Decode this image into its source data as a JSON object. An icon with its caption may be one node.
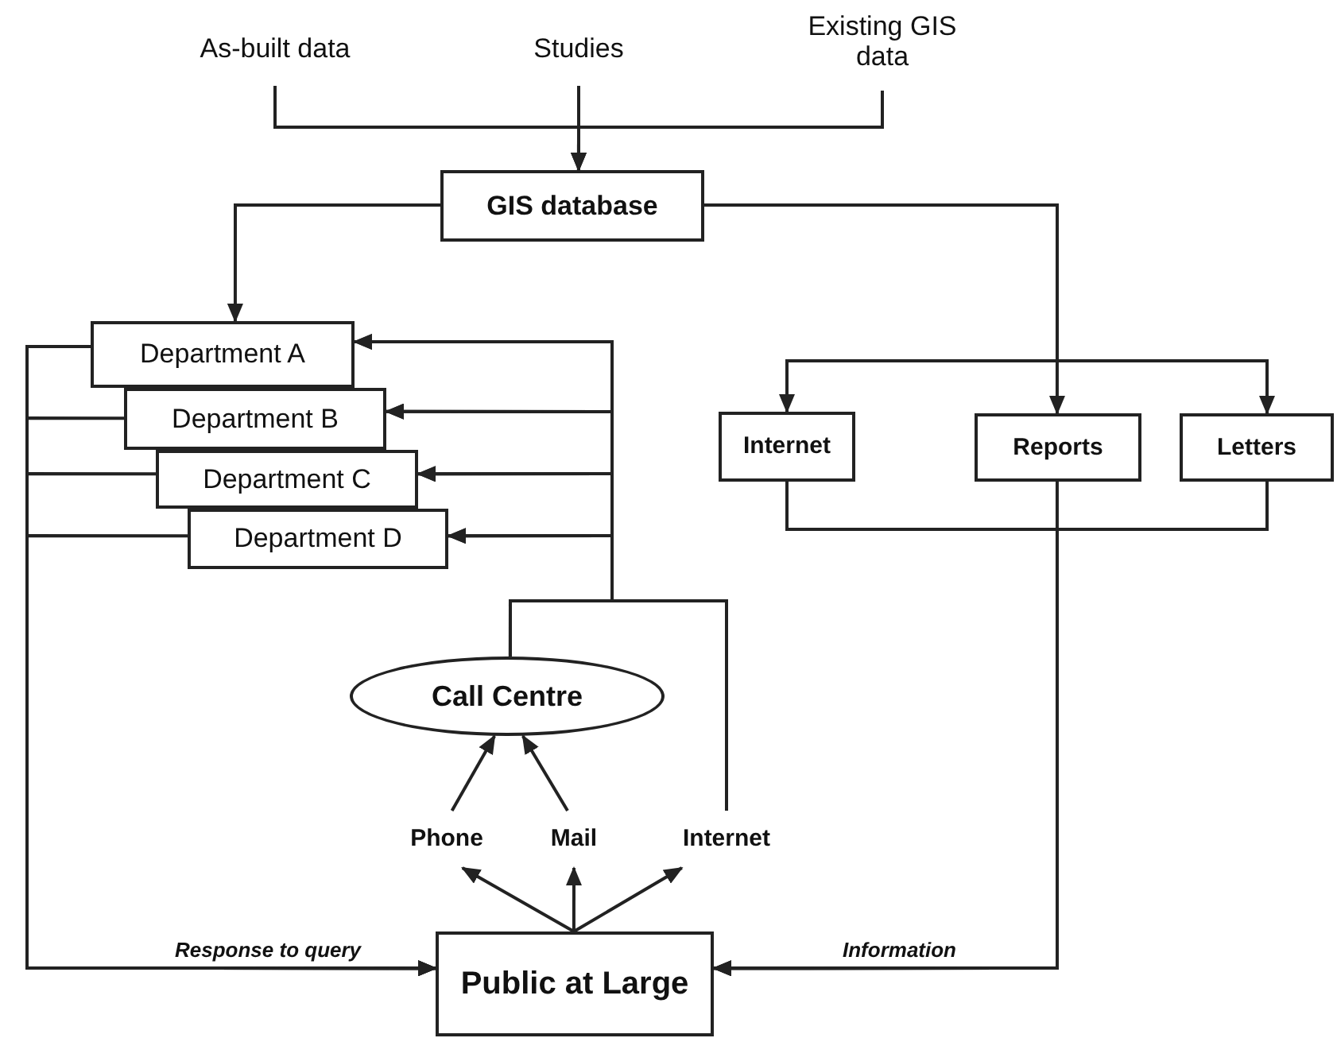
{
  "diagram": {
    "nodes": [
      {
        "text": [
          "As-built data"
        ]
      },
      {
        "text": [
          "Studies"
        ]
      },
      {
        "text": [
          "Existing GIS data"
        ]
      },
      {
        "text": [
          "GIS database"
        ]
      },
      {
        "text": [
          "Department A"
        ]
      },
      {
        "text": [
          "Department B"
        ]
      },
      {
        "text": [
          "Department C"
        ]
      },
      {
        "text": [
          "Department D"
        ]
      },
      {
        "text": [
          "Internet"
        ]
      },
      {
        "text": [
          "Reports"
        ]
      },
      {
        "text": [
          "Letters"
        ]
      },
      {
        "text": [
          "Call Centre"
        ]
      },
      {
        "text": [
          "Phone"
        ]
      },
      {
        "text": [
          "Mail"
        ]
      },
      {
        "text": [
          "Internet"
        ]
      },
      {
        "text": [
          "Public at Large"
        ]
      }
    ],
    "edges": [
      {
        "from": 0,
        "to": 3,
        "arrow": "to"
      },
      {
        "from": 1,
        "to": 3,
        "arrow": "to"
      },
      {
        "from": 2,
        "to": 3,
        "arrow": "to"
      },
      {
        "from": 3,
        "to": 4,
        "arrow": "to"
      },
      {
        "from": 3,
        "to": 8,
        "arrow": "to"
      },
      {
        "from": 3,
        "to": 9,
        "arrow": "to"
      },
      {
        "from": 3,
        "to": 10,
        "arrow": "to"
      },
      {
        "from": 8,
        "to": 15,
        "arrow": "to"
      },
      {
        "from": 9,
        "to": 15,
        "arrow": "to",
        "label": "Information"
      },
      {
        "from": 10,
        "to": 15,
        "arrow": "to"
      },
      {
        "from": 4,
        "to": 15,
        "arrow": "to",
        "label": "Response to query"
      },
      {
        "from": 5,
        "to": 15,
        "arrow": "to"
      },
      {
        "from": 6,
        "to": 15,
        "arrow": "to"
      },
      {
        "from": 7,
        "to": 15,
        "arrow": "to"
      },
      {
        "from": 11,
        "to": 4,
        "arrow": "to"
      },
      {
        "from": 11,
        "to": 5,
        "arrow": "to"
      },
      {
        "from": 11,
        "to": 6,
        "arrow": "to"
      },
      {
        "from": 11,
        "to": 7,
        "arrow": "to"
      },
      {
        "from": 14,
        "to": 4,
        "arrow": "to"
      },
      {
        "from": 14,
        "to": 5,
        "arrow": "to"
      },
      {
        "from": 14,
        "to": 6,
        "arrow": "to"
      },
      {
        "from": 14,
        "to": 7,
        "arrow": "to"
      },
      {
        "from": 12,
        "to": 11,
        "arrow": "to"
      },
      {
        "from": 13,
        "to": 11,
        "arrow": "to"
      },
      {
        "from": 15,
        "to": 12,
        "arrow": "to"
      },
      {
        "from": 15,
        "to": 13,
        "arrow": "to"
      },
      {
        "from": 15,
        "to": 14,
        "arrow": "to"
      }
    ]
  }
}
